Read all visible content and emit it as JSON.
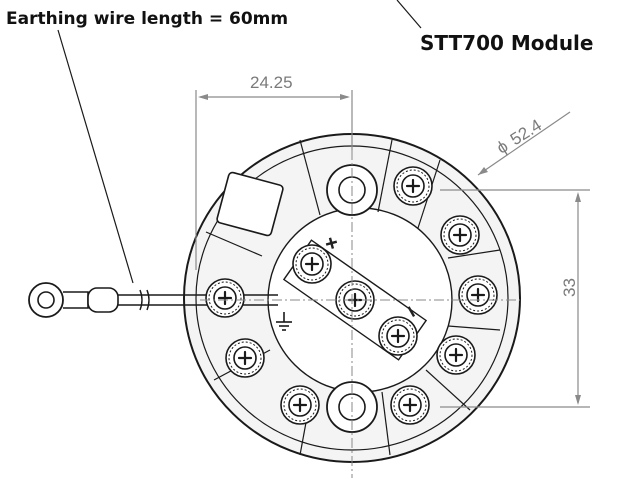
{
  "labels": {
    "earthing_wire": "Earthing wire length = 60mm",
    "module_name": "STT700 Module"
  },
  "dimensions": {
    "width": "24.25",
    "diameter": "52.4",
    "diameter_symbol": "ϕ",
    "height": "33"
  },
  "polarity": {
    "plus": "+",
    "minus": "−"
  },
  "colors": {
    "line": "#1a1a1a",
    "dimension": "#8a8a8a",
    "background": "#ffffff"
  },
  "counts": {
    "outer_terminals": 8,
    "center_terminals": 3,
    "mounting_holes": 2
  }
}
